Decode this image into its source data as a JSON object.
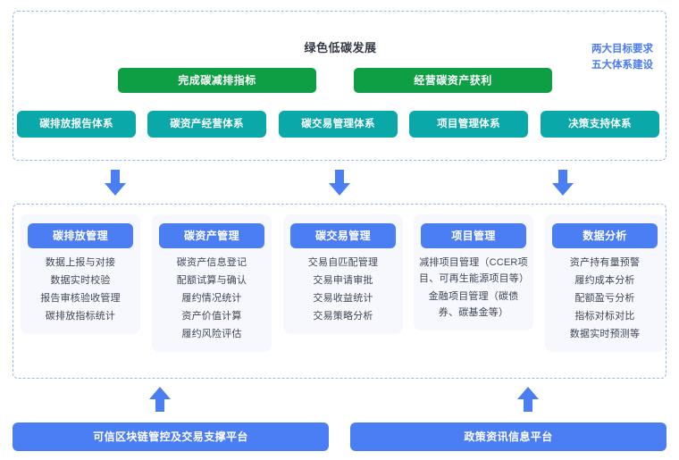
{
  "diagram": {
    "title": "绿色低碳发展",
    "goal_note": {
      "line1": "两大目标要求",
      "line2": "五大体系建设"
    },
    "goals": [
      {
        "label": "完成碳减排指标"
      },
      {
        "label": "经营碳资产获利"
      }
    ],
    "systems": [
      {
        "label": "碳排放报告体系"
      },
      {
        "label": "碳资产经营体系"
      },
      {
        "label": "碳交易管理体系"
      },
      {
        "label": "项目管理体系"
      },
      {
        "label": "决策支持体系"
      }
    ],
    "modules": [
      {
        "header": "碳排放管理",
        "items": [
          "数据上报与对接",
          "数据实时校验",
          "报告审核验收管理",
          "碳排放指标统计"
        ]
      },
      {
        "header": "碳资产管理",
        "items": [
          "碳资产信息登记",
          "配额试算与确认",
          "履约情况统计",
          "资产价值计算",
          "履约风险评估"
        ]
      },
      {
        "header": "碳交易管理",
        "items": [
          "交易自匹配管理",
          "交易申请审批",
          "交易收益统计",
          "交易策略分析"
        ]
      },
      {
        "header": "项目管理",
        "items": [
          "减排项目管理（CCER项目、可再生能源项目等）",
          "金融项目管理（碳债券、碳基金等）"
        ]
      },
      {
        "header": "数据分析",
        "items": [
          "资产持有量预警",
          "履约成本分析",
          "配额盈亏分析",
          "指标对标对比",
          "数据实时预测等"
        ]
      }
    ],
    "platforms": [
      {
        "label": "可信区块链管控及交易支撑平台"
      },
      {
        "label": "政策资讯信息平台"
      }
    ],
    "arrows": {
      "down_icon": "arrow-down-icon",
      "up_icon": "arrow-up-icon"
    },
    "colors": {
      "goal_green": "#0e9f45",
      "system_teal": "#0aa8a8",
      "module_blue": "#4c7ef3",
      "note_blue": "#4a7bef",
      "dashed_border": "#9bb6f0",
      "card_bg": "#f6f8fd"
    }
  }
}
